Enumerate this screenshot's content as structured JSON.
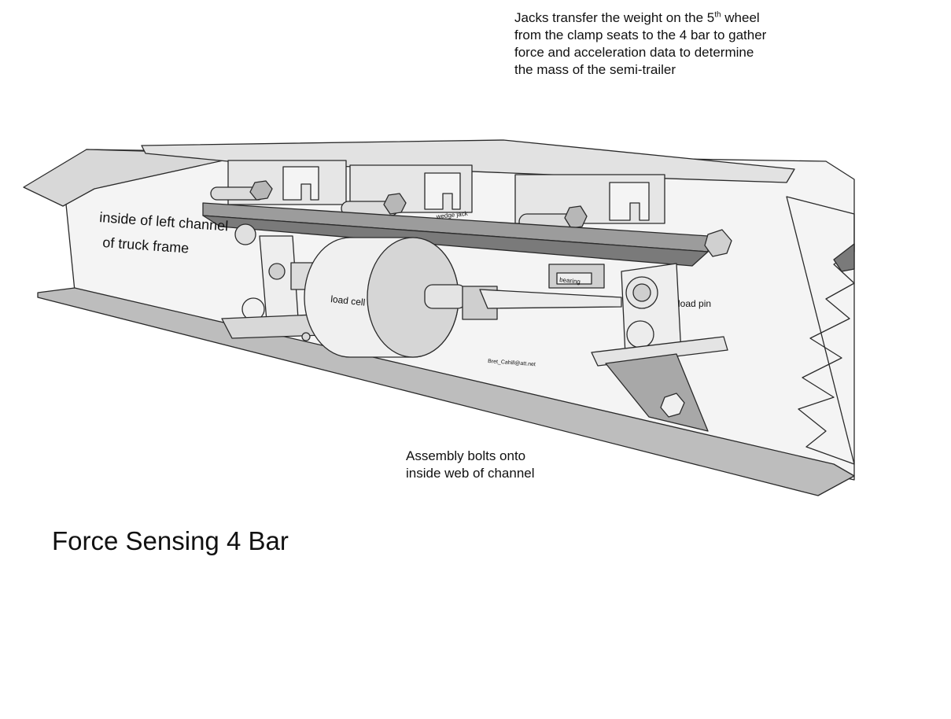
{
  "captions": {
    "top_line1_pre": "Jacks transfer the weight on the 5",
    "top_line1_sup": "th",
    "top_line1_post": " wheel",
    "top_line2": "from the clamp seats to the 4 bar to gather",
    "top_line3": "force and acceleration data to determine",
    "top_line4": "the mass of the semi-trailer",
    "bottom_line1": "Assembly bolts onto",
    "bottom_line2": "inside web of channel"
  },
  "title": "Force Sensing 4 Bar",
  "labels": {
    "channel_line1": "inside of left channel",
    "channel_line2": "of truck frame",
    "load_cell": "load cell",
    "wedge_jack": "wedge jack",
    "bearing": "bearing",
    "load_pin": "load pin",
    "email": "Bret_Cahill@att.net"
  },
  "colors": {
    "line": "#2a2a2a",
    "face_light": "#f2f2f2",
    "face_mid": "#d4d4d4",
    "face_dark": "#9c9c9c",
    "face_shadow": "#7a7a7a"
  }
}
